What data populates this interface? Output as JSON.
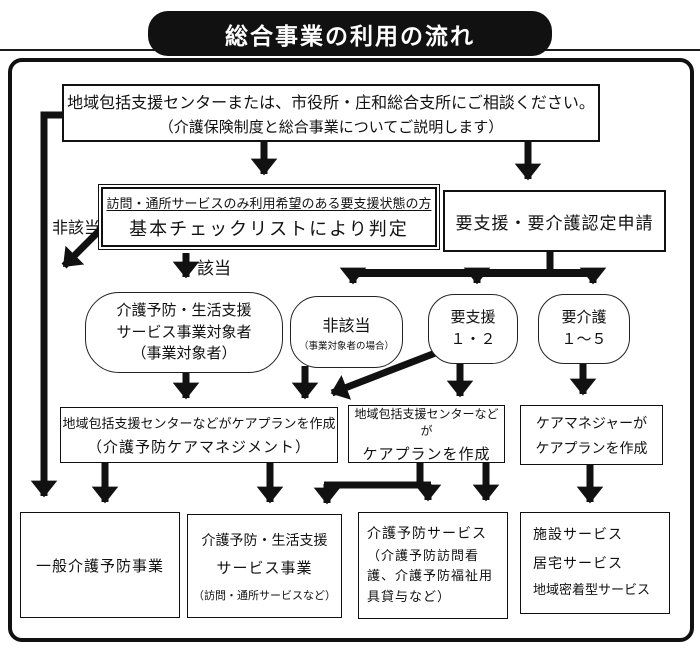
{
  "title": "総合事業の利用の流れ",
  "consult_box": {
    "line1": "地域包括支援センターまたは、市役所・庄和総合支所にご相談ください。",
    "line2": "（介護保険制度と総合事業についてご説明します）"
  },
  "checklist_box": {
    "line1": "訪問・通所サービスのみ利用希望のある要支援状態の方",
    "line2": "基本チェックリストにより判定"
  },
  "application_box": {
    "label": "要支援・要介護認定申請"
  },
  "branch_labels": {
    "not_applicable": "非該当",
    "applicable": "該当"
  },
  "result_nodes": {
    "jigyo_taishosha": {
      "line1": "介護予防・生活支援",
      "line2": "サービス事業対象者",
      "line3": "（事業対象者）"
    },
    "higaito": {
      "line1": "非該当",
      "line2": "（事業対象者の場合）"
    },
    "yoshien": {
      "line1": "要支援",
      "line2": "１・２"
    },
    "yokaigo": {
      "line1": "要介護",
      "line2": "１～５"
    }
  },
  "careplan_boxes": {
    "left": {
      "line1": "地域包括支援センターなどがケアプランを作成",
      "line2": "（介護予防ケアマネジメント）"
    },
    "middle": {
      "line1": "地域包括支援センターなどが",
      "line2": "ケアプランを作成"
    },
    "right": {
      "line1": "ケアマネジャーが",
      "line2": "ケアプランを作成"
    }
  },
  "service_boxes": {
    "ippan": {
      "line1": "一般介護予防事業"
    },
    "seikatsu": {
      "line1": "介護予防・生活支援",
      "line2": "サービス事業",
      "line3": "（訪問・通所サービスなど）"
    },
    "yobo": {
      "line1": "介護予防サービス",
      "line2": "（介護予防訪問看護、介護予防福祉用具貸与など）"
    },
    "shisetsu": {
      "line1": "施設サービス",
      "line2": "居宅サービス",
      "line3": "地域密着型サービス"
    }
  },
  "colors": {
    "line": "#111111",
    "title_bg": "#111111",
    "title_fg": "#ffffff",
    "background": "#ffffff"
  }
}
